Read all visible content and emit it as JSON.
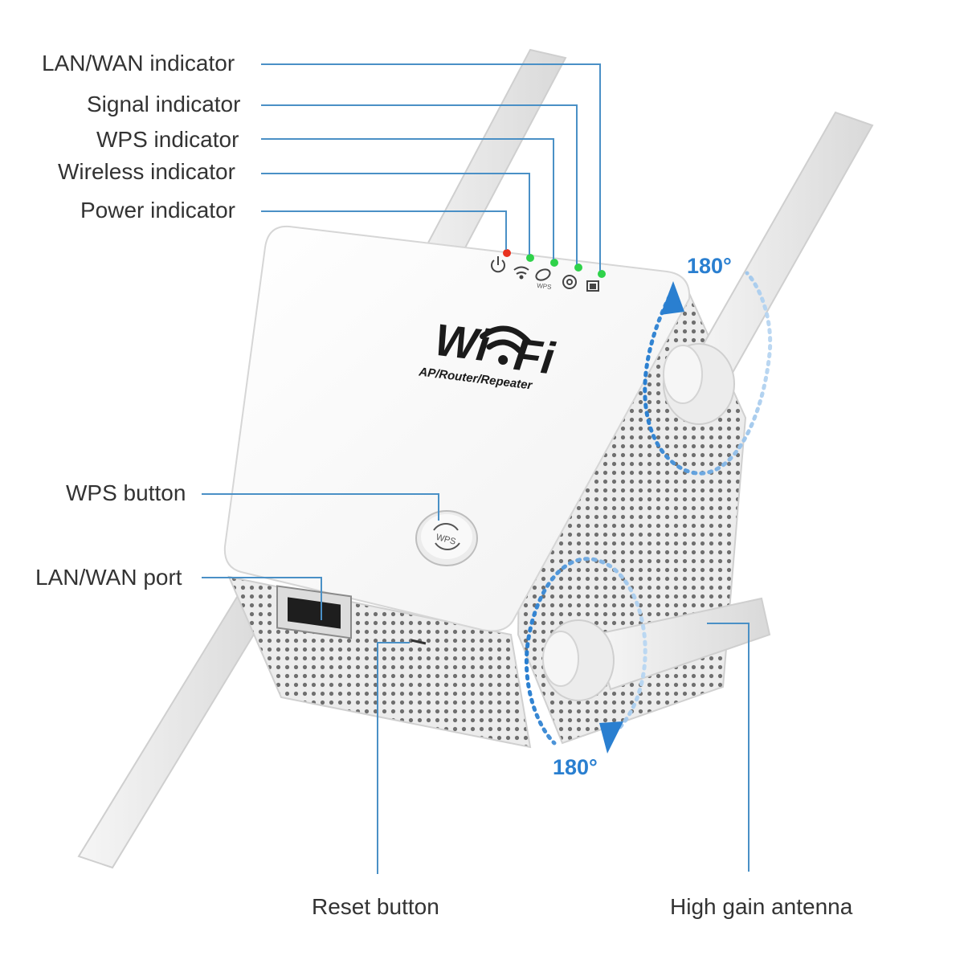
{
  "labels": {
    "lan_wan_indicator": "LAN/WAN indicator",
    "signal_indicator": "Signal indicator",
    "wps_indicator": "WPS indicator",
    "wireless_indicator": "Wireless indicator",
    "power_indicator": "Power indicator",
    "wps_button": "WPS button",
    "lan_wan_port": "LAN/WAN port",
    "reset_button": "Reset button",
    "high_gain_antenna": "High gain antenna"
  },
  "rotation": {
    "top": "180°",
    "bottom": "180°"
  },
  "device": {
    "logo_wi": "Wi",
    "logo_fi": "Fi",
    "logo_subtitle": "AP/Router/Repeater",
    "wps_key_text": "WPS",
    "wps_led_text": "WPS"
  },
  "colors": {
    "power_led": "#e8321f",
    "status_led": "#2fd24a",
    "leader_line": "#4a90c6",
    "rotation_arrow": "#2a7fd0"
  }
}
